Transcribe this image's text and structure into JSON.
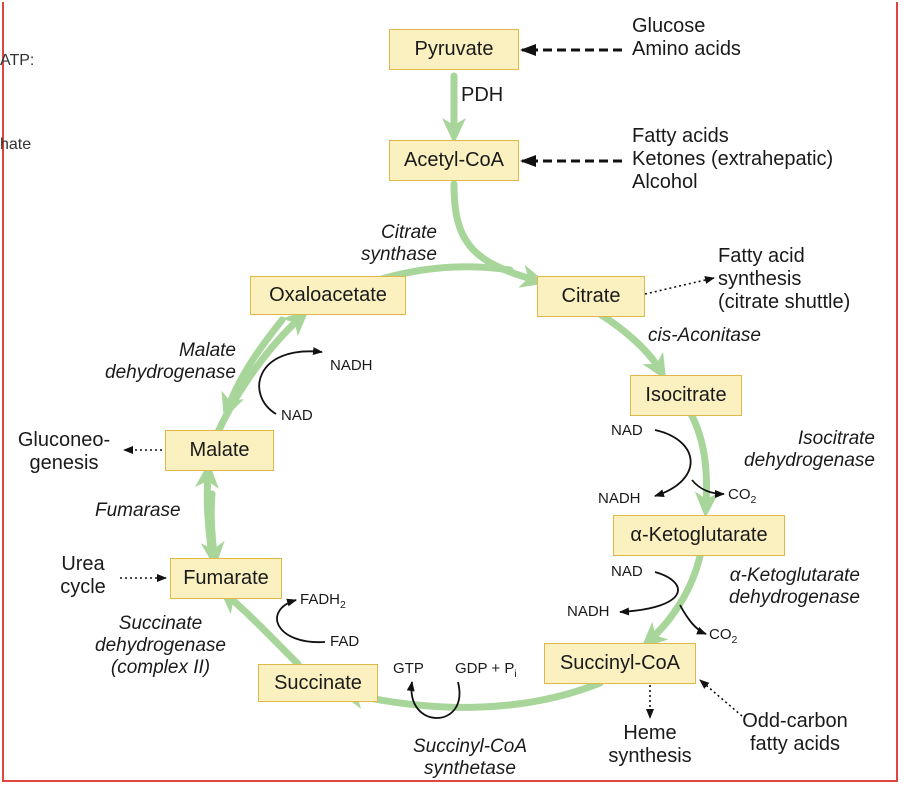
{
  "fragments": {
    "atp": "ATP:",
    "hate": "hate"
  },
  "metabolites": {
    "pyruvate": "Pyruvate",
    "acetyl_coa": "Acetyl-CoA",
    "citrate": "Citrate",
    "isocitrate": "Isocitrate",
    "alpha_kg": "α-Ketoglutarate",
    "succinyl_coa": "Succinyl-CoA",
    "succinate": "Succinate",
    "fumarate": "Fumarate",
    "malate": "Malate",
    "oxaloacetate": "Oxaloacetate"
  },
  "enzymes": {
    "pdh": "PDH",
    "citrate_synthase": [
      "Citrate",
      "synthase"
    ],
    "aconitase": "cis-Aconitase",
    "isocitrate_dh": [
      "Isocitrate",
      "dehydrogenase"
    ],
    "akg_dh": [
      "α-Ketoglutarate",
      "dehydrogenase"
    ],
    "succinyl_coa_synthetase": [
      "Succinyl-CoA",
      "synthetase"
    ],
    "succinate_dh": [
      "Succinate",
      "dehydrogenase",
      "(complex II)"
    ],
    "fumarase": "Fumarase",
    "malate_dh": [
      "Malate",
      "dehydrogenase"
    ]
  },
  "inputs": {
    "pyruvate_sources": [
      "Glucose",
      "Amino acids"
    ],
    "acetyl_coa_sources": [
      "Fatty acids",
      "Ketones (extrahepatic)",
      "Alcohol"
    ],
    "odd_carbon": [
      "Odd-carbon",
      "fatty acids"
    ],
    "urea": [
      "Urea",
      "cycle"
    ]
  },
  "outputs": {
    "fatty_acid_synthesis": [
      "Fatty acid",
      "synthesis",
      "(citrate shuttle)"
    ],
    "gluconeogenesis": [
      "Gluconeo-",
      "genesis"
    ],
    "heme": [
      "Heme",
      "synthesis"
    ]
  },
  "cofactors": {
    "nad": "NAD",
    "nadh": "NADH",
    "co2": "CO",
    "co2_sub": "2",
    "fadh2": "FADH",
    "fadh2_sub": "2",
    "fad": "FAD",
    "gtp": "GTP",
    "gdp_pi": "GDP + P",
    "pi_sub": "i"
  },
  "colors": {
    "cycle_arrow": "#a8d69a",
    "box_fill": "#fbf0bf",
    "box_border": "#e0b84a",
    "frame": "#e0463f"
  }
}
